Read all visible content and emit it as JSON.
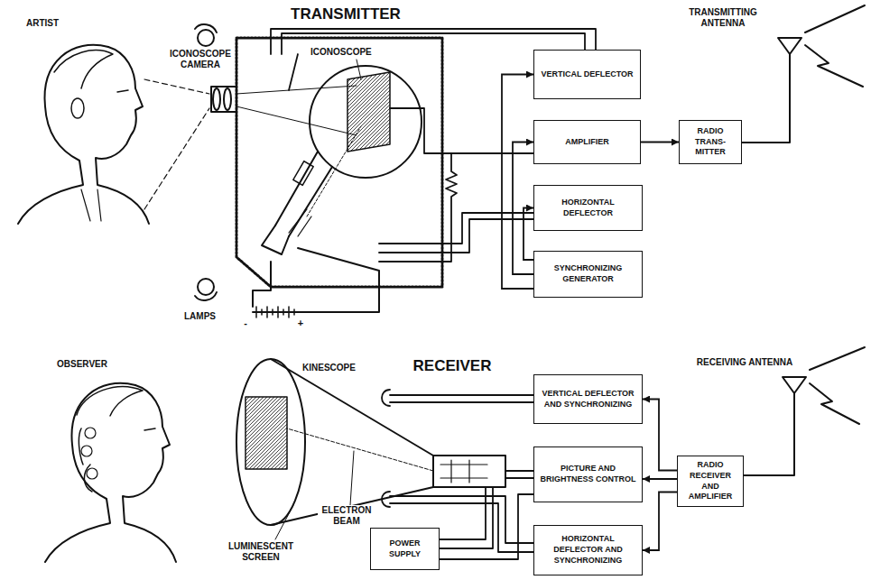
{
  "diagram": {
    "nodes": [
      {
        "text": [
          "VERTICAL DEFLECTOR"
        ]
      },
      {
        "text": [
          "AMPLIFIER"
        ]
      },
      {
        "text": [
          "RADIO TRANS- MITTER"
        ]
      },
      {
        "text": [
          "HORIZONTAL DEFLECTOR"
        ]
      },
      {
        "text": [
          "SYNCHRONIZING GENERATOR"
        ]
      },
      {
        "text": [
          "VERTICAL DEFLECTOR AND SYNCHRONIZING"
        ]
      },
      {
        "text": [
          "PICTURE AND BRIGHTNESS CONTROL"
        ]
      },
      {
        "text": [
          "RADIO RECEIVER AND AMPLIFIER"
        ]
      },
      {
        "text": [
          "POWER SUPPLY"
        ]
      },
      {
        "text": [
          "HORIZONTAL DEFLECTOR AND SYNCHRONIZING"
        ]
      }
    ],
    "edges": [
      {
        "from": 4,
        "to": 0,
        "arrow": "to"
      },
      {
        "from": 4,
        "to": 3,
        "arrow": "to"
      },
      {
        "from": 4,
        "to": 1,
        "arrow": "to"
      },
      {
        "from": 1,
        "to": 2,
        "arrow": "to"
      },
      {
        "from": 7,
        "to": 5,
        "arrow": "to"
      },
      {
        "from": 7,
        "to": 6,
        "arrow": "to"
      },
      {
        "from": 7,
        "to": 9,
        "arrow": "to"
      }
    ],
    "labels": [
      "TRANSMITTER",
      "ARTIST",
      "ICONOSCOPE CAMERA",
      "ICONOSCOPE",
      "TRANSMITTING ANTENNA",
      "-",
      "+",
      "LAMPS",
      "OBSERVER",
      "RECEIVER",
      "KINESCOPE",
      "RECEIVING ANTENNA",
      "ELECTRON BEAM",
      "LUMINESCENT SCREEN"
    ]
  }
}
